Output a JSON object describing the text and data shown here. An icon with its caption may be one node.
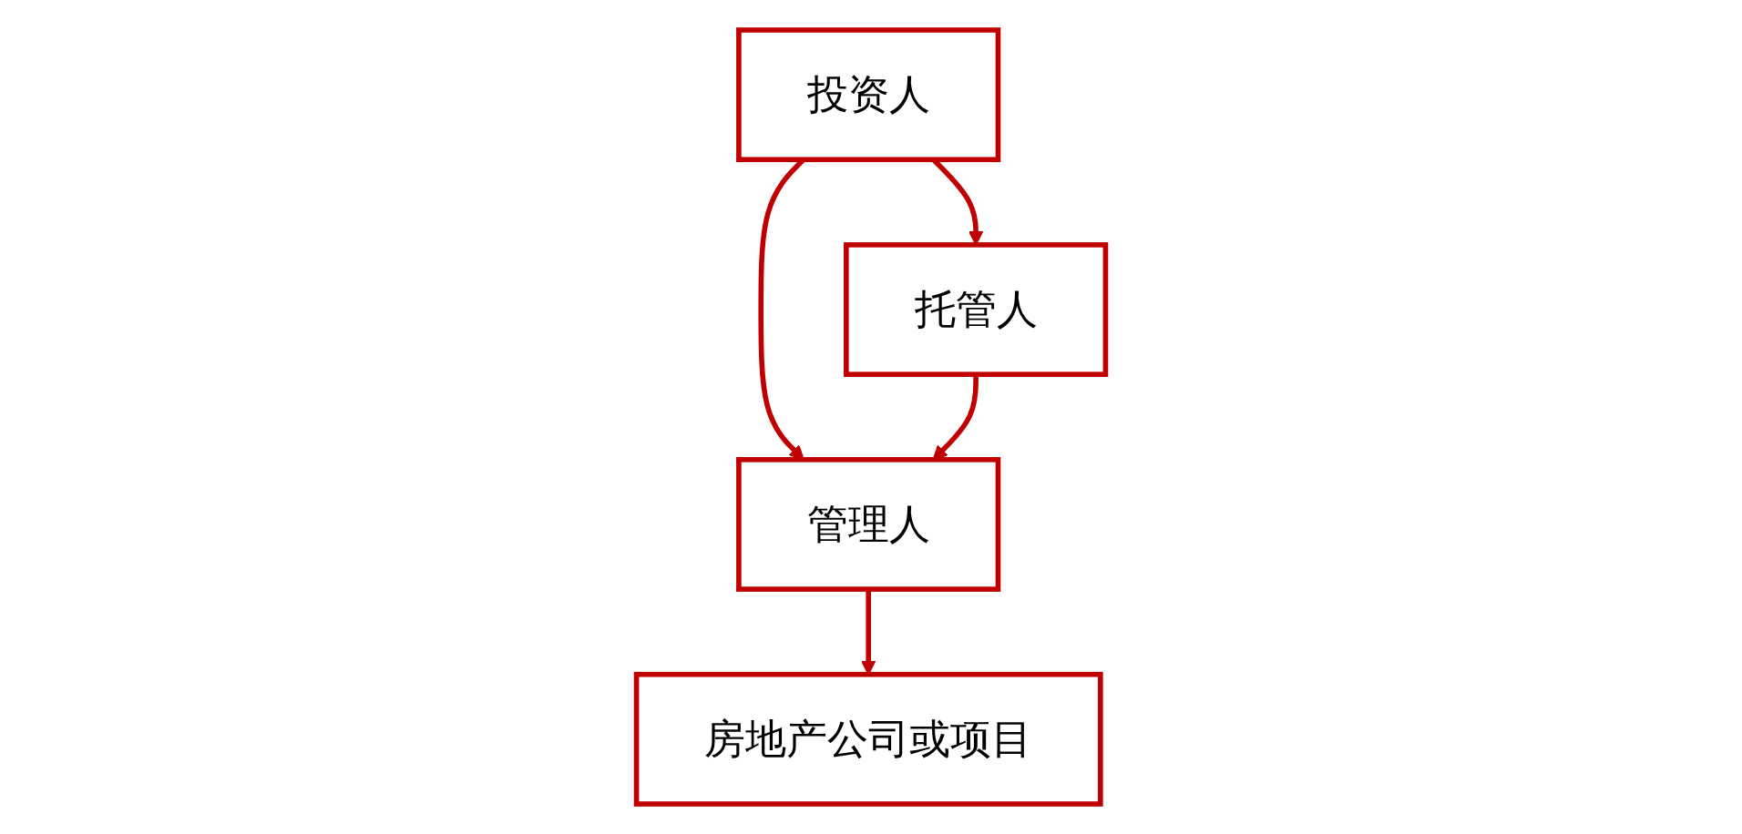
{
  "diagram": {
    "nodes": [
      {
        "text": [
          "投资人"
        ]
      },
      {
        "text": [
          "管理人"
        ]
      },
      {
        "text": [
          "托管人"
        ]
      },
      {
        "text": [
          "房地产公司或项目"
        ]
      }
    ],
    "edges": [
      {
        "from": 0,
        "to": 1,
        "arrow": "to"
      },
      {
        "from": 0,
        "to": 2,
        "arrow": "to"
      },
      {
        "from": 2,
        "to": 1,
        "arrow": "to"
      },
      {
        "from": 1,
        "to": 3,
        "arrow": "to"
      }
    ]
  }
}
